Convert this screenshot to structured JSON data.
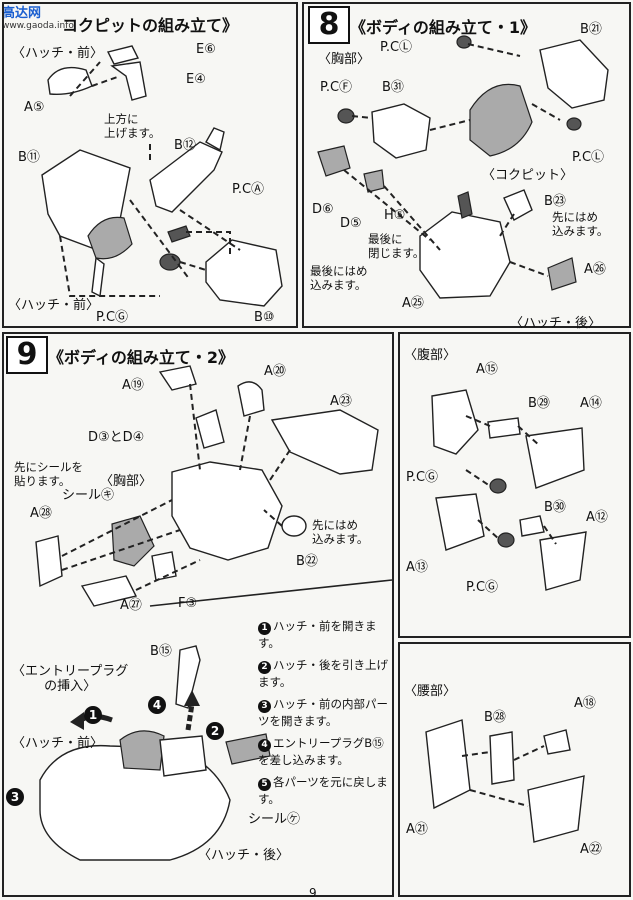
{
  "watermark": {
    "name": "高达网",
    "url": "www.gaoda.info"
  },
  "step7": {
    "title": "コクピットの組み立て》",
    "labels": {
      "hatch_front_1": "〈ハッチ・前〉",
      "e6": "E⑥",
      "e4": "E④",
      "a5": "A⑤",
      "note_up": "上方に\n上げます。",
      "b12": "B⑫",
      "b11": "B⑪",
      "pca": "P.CⒶ",
      "hatch_front_2": "〈ハッチ・前〉",
      "pcg": "P.CⒼ",
      "b10": "B⑩"
    }
  },
  "step8": {
    "number": "8",
    "title": "《ボディの組み立て・1》",
    "labels": {
      "pcl_top": "P.CⓁ",
      "b21": "B㉑",
      "chest": "〈胸部〉",
      "pcf": "P.CⒻ",
      "b31": "B㉛",
      "pcl_right": "P.CⓁ",
      "cockpit": "〈コクピット〉",
      "d6": "D⑥",
      "d5": "D⑤",
      "h5": "H⑤",
      "b23": "B㉓",
      "note_first_1": "先にはめ\n込みます。",
      "note_last_close": "最後に\n閉じます。",
      "note_last_fit": "最後にはめ\n込みます。",
      "a26": "A㉖",
      "a25": "A㉕",
      "hatch_rear": "〈ハッチ・後〉"
    }
  },
  "step9": {
    "number": "9",
    "title": "《ボディの組み立て・2》",
    "labels": {
      "a19": "A⑲",
      "a20": "A⑳",
      "a23": "A㉓",
      "d3d4": "D③とD④",
      "note_seal": "先にシールを\n貼ります。",
      "chest": "〈胸部〉",
      "seal_ki": "シール㋖",
      "a28": "A㉘",
      "note_first": "先にはめ\n込みます。",
      "b22": "B㉒",
      "a27": "A㉗",
      "f3": "F③"
    }
  },
  "entry": {
    "title": "〈エントリープラグ\nの挿入〉",
    "b15": "B⑮",
    "hatch_front": "〈ハッチ・前〉",
    "hatch_rear": "〈ハッチ・後〉",
    "seal_ke": "シール㋘",
    "steps": [
      "ハッチ・前を開きます。",
      "ハッチ・後を引き上げます。",
      "ハッチ・前の内部パーツを開きます。",
      "エントリープラグB⑮を差し込みます。",
      "各パーツを元に戻します。"
    ],
    "nums": [
      "1",
      "2",
      "3",
      "4",
      "5"
    ]
  },
  "abdomen": {
    "title": "〈腹部〉",
    "labels": {
      "a15": "A⑮",
      "b29": "B㉙",
      "a14": "A⑭",
      "pcg1": "P.CⒼ",
      "b30": "B㉚",
      "a12": "A⑫",
      "a13": "A⑬",
      "pcg2": "P.CⒼ"
    }
  },
  "waist": {
    "title": "〈腰部〉",
    "labels": {
      "b28": "B㉘",
      "a18": "A⑱",
      "a21": "A㉑",
      "a22": "A㉒"
    }
  },
  "page_number": "9"
}
